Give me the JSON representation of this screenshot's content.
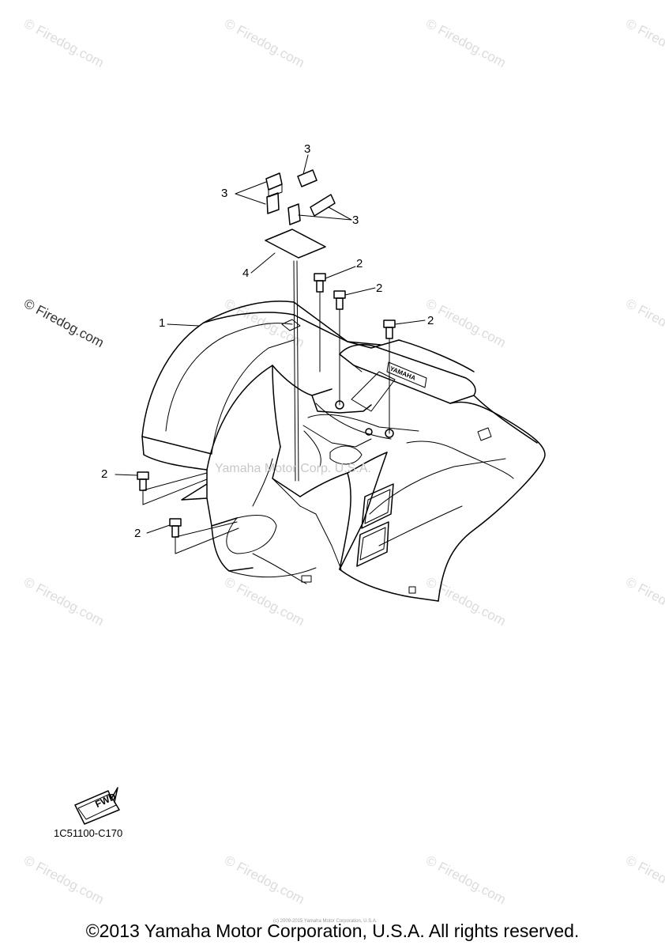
{
  "watermark": {
    "text": "© Firedog.com"
  },
  "callouts": {
    "label_1": "1",
    "label_2": "2",
    "label_3": "3",
    "label_4": "4"
  },
  "fwd_badge": "FWD",
  "part_code": "1C51100-C170",
  "center_watermark": "Yamaha Motor Corp. U.S.A.",
  "tiny_notice": "(c) 2009-2015 Yamaha Motor Corporation, U.S.A.",
  "copyright": "©2013 Yamaha Motor Corporation, U.S.A. All rights reserved.",
  "colors": {
    "line": "#000000",
    "watermark": "#dcdcdc",
    "background": "#ffffff"
  }
}
